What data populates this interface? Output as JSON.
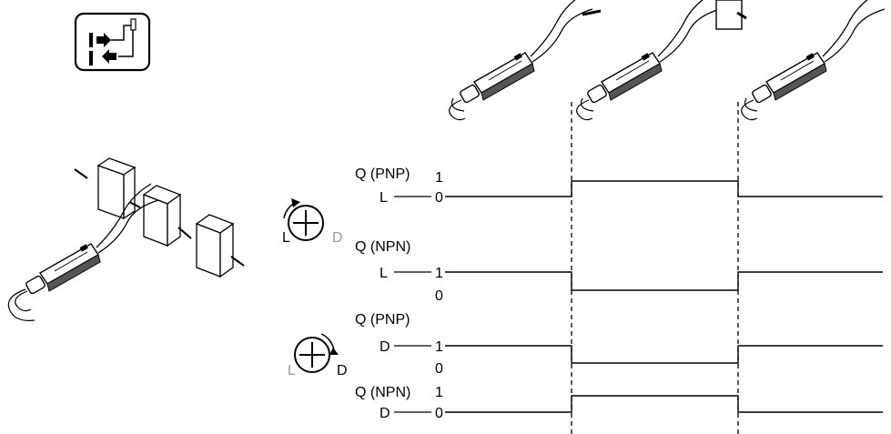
{
  "signals": [
    {
      "title": "Q (PNP)",
      "mode": "L",
      "high_label": "1",
      "low_label": "0",
      "starts_high": false
    },
    {
      "title": "Q (NPN)",
      "mode": "L",
      "high_label": "1",
      "low_label": "0",
      "starts_high": true
    },
    {
      "title": "Q (PNP)",
      "mode": "D",
      "high_label": "1",
      "low_label": "0",
      "starts_high": true
    },
    {
      "title": "Q (NPN)",
      "mode": "D",
      "high_label": "1",
      "low_label": "0",
      "starts_high": false
    }
  ],
  "switch_light": {
    "active": "L",
    "inactive": "D"
  },
  "switch_dark": {
    "active": "D",
    "inactive": "L"
  },
  "colors": {
    "line": "#000000",
    "inactive_label": "#9a9a9a"
  },
  "icons": [
    "teach-in-icon",
    "sensor-object-sequence-illustration",
    "fiber-amplifier-icon",
    "rotary-switch-icon"
  ]
}
